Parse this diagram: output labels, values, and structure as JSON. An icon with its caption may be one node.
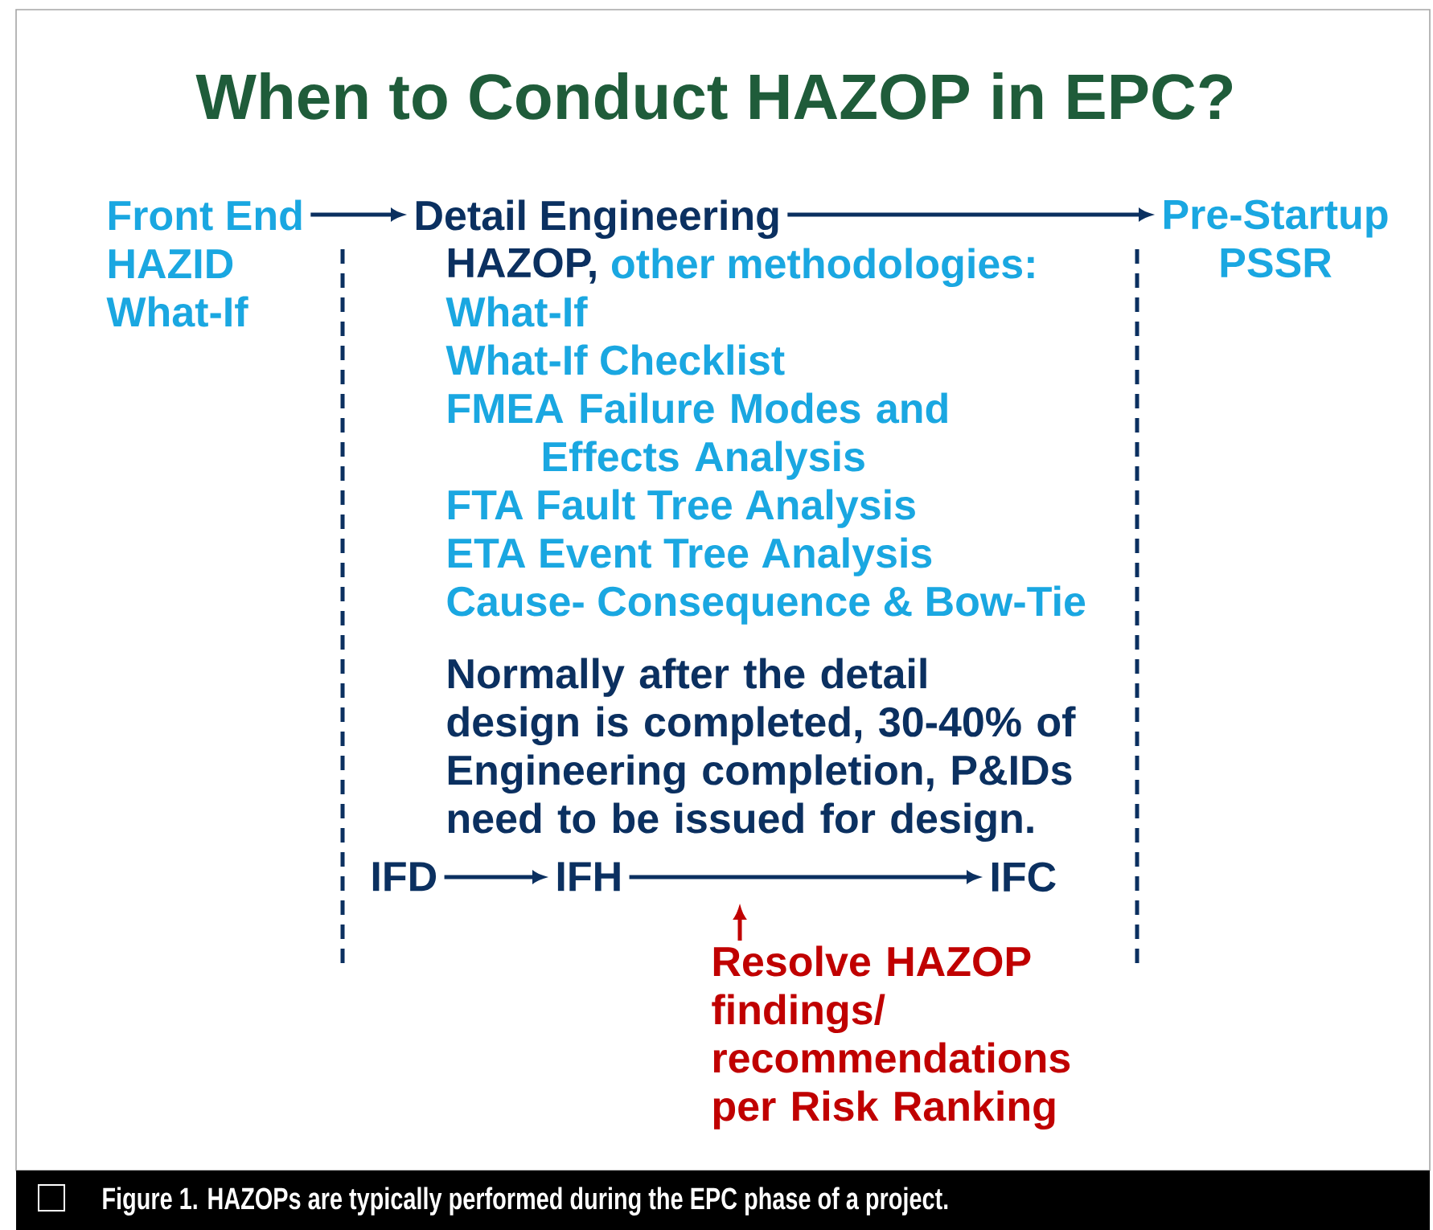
{
  "diagram": {
    "title": "When to Conduct HAZOP in EPC?",
    "caption": "Figure 1. HAZOPs are typically performed during the EPC phase of a project.",
    "nodes": [
      {
        "text": [
          "Front End",
          "HAZID",
          "What-If"
        ]
      },
      {
        "text": [
          "Detail Engineering"
        ]
      },
      {
        "text": [
          "Pre-Startup",
          "PSSR"
        ]
      },
      {
        "text": [
          "IFD"
        ]
      },
      {
        "text": [
          "IFH"
        ]
      },
      {
        "text": [
          "IFC"
        ]
      },
      {
        "text": [
          "Resolve HAZOP findings/ recommendations per Risk Ranking"
        ]
      }
    ],
    "edges": [
      {
        "from": 0,
        "to": 1,
        "arrow": "to"
      },
      {
        "from": 1,
        "to": 2,
        "arrow": "to"
      },
      {
        "from": 3,
        "to": 4,
        "arrow": "to"
      },
      {
        "from": 4,
        "to": 5,
        "arrow": "to"
      },
      {
        "from": 6,
        "to": null,
        "arrow": "to",
        "color": "#c00000"
      }
    ],
    "labels": [
      "HAZOP,",
      "other methodologies:",
      "What-If",
      "What-If Checklist",
      "FMEA Failure Modes and Effects Analysis",
      "FTA Fault Tree Analysis",
      "ETA Event Tree Analysis",
      "Cause- Consequence & Bow-Tie",
      "Normally after the detail design is completed, 30-40% of Engineering completion, P&IDs need to be issued for design."
    ]
  }
}
